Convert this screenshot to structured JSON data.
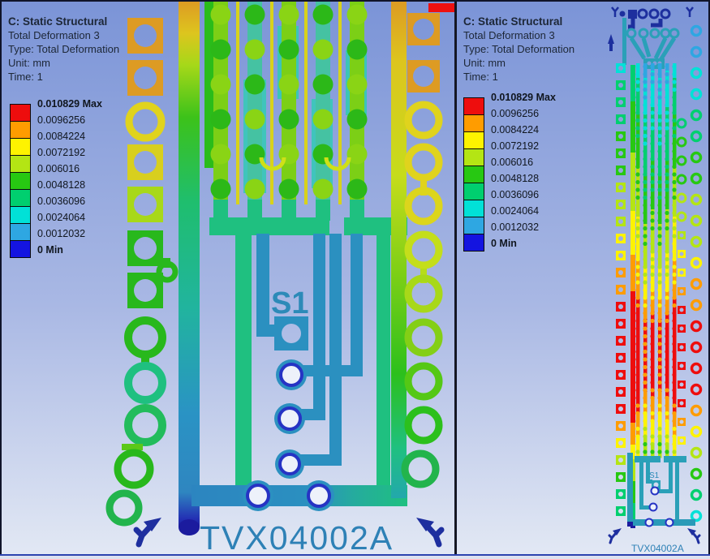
{
  "result_header": {
    "title": "C: Static Structural",
    "subtitle": "Total Deformation 3",
    "type_line": "Type: Total Deformation",
    "unit_line": "Unit: mm",
    "time_line": "Time: 1"
  },
  "legend": {
    "labels": [
      "0.010829 Max",
      "0.0096256",
      "0.0084224",
      "0.0072192",
      "0.006016",
      "0.0048128",
      "0.0036096",
      "0.0024064",
      "0.0012032",
      "0 Min"
    ],
    "colors": [
      "#ee0d0d",
      "#ff9c00",
      "#fef300",
      "#b4e514",
      "#27c812",
      "#00cf6f",
      "#01e1d7",
      "#2ea7e2",
      "#1414e0"
    ]
  },
  "labels": {
    "component": "S1",
    "board": "TVX04002A"
  }
}
